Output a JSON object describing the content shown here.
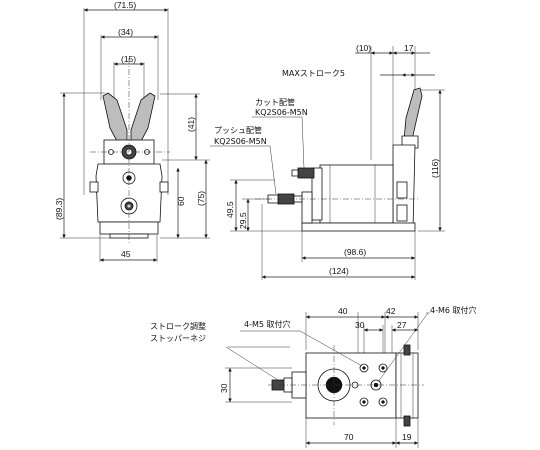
{
  "front_view": {
    "dims": {
      "overall_width": "(71.5)",
      "jaw_span": "(34)",
      "jaw_inner": "(15)",
      "base_width": "45",
      "overall_height": "(89.3)",
      "height_41": "(41)",
      "height_75": "(75)",
      "height_60": "60"
    }
  },
  "side_view": {
    "labels": {
      "max_stroke": "MAXストローク5",
      "cut_port": "カット配管",
      "cut_port_fitting": "KQ2S06-M5N",
      "push_port": "プッシュ配管",
      "push_port_fitting": "KQ2S06-M5N"
    },
    "dims": {
      "top_10": "(10)",
      "top_17": "17",
      "height_116": "(116)",
      "height_49_5": "49.5",
      "height_29_5": "29.5",
      "length_98_6": "(98.6)",
      "length_124": "(124)"
    }
  },
  "bottom_view": {
    "labels": {
      "stroke_adjust_line1": "ストローク調整",
      "stroke_adjust_line2": "ストッパーネジ",
      "m5_holes": "4-M5 取付穴",
      "m6_holes": "4-M6 取付穴"
    },
    "dims": {
      "d40": "40",
      "d42": "42",
      "d30_top": "30",
      "d27": "27",
      "d30_left": "30",
      "d70": "70",
      "d19": "19"
    }
  }
}
